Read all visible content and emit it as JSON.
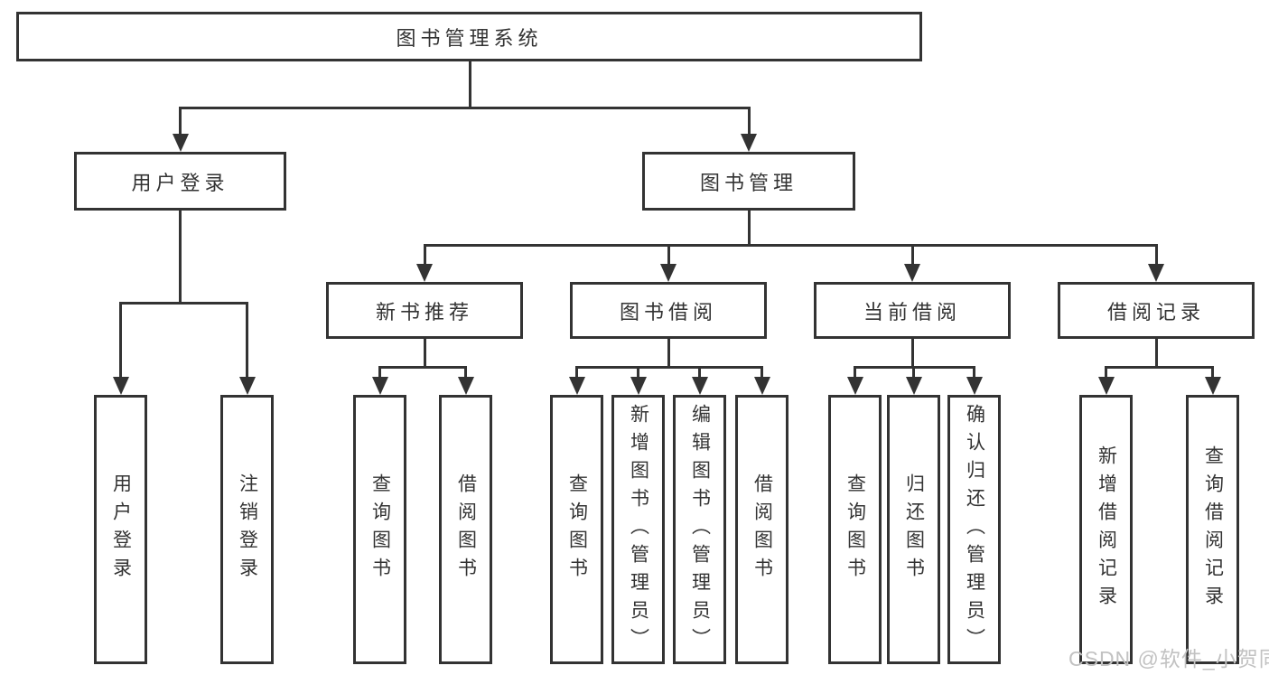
{
  "root": {
    "label": "图书管理系统"
  },
  "branches": [
    {
      "label": "用户登录",
      "children": [
        {
          "label": "用户登录"
        },
        {
          "label": "注销登录"
        }
      ]
    },
    {
      "label": "图书管理",
      "groups": [
        {
          "label": "新书推荐",
          "children": [
            {
              "label": "查询图书"
            },
            {
              "label": "借阅图书"
            }
          ]
        },
        {
          "label": "图书借阅",
          "children": [
            {
              "label": "查询图书"
            },
            {
              "label": "新增图书（管理员）"
            },
            {
              "label": "编辑图书（管理员）"
            },
            {
              "label": "借阅图书"
            }
          ]
        },
        {
          "label": "当前借阅",
          "children": [
            {
              "label": "查询图书"
            },
            {
              "label": "归还图书"
            },
            {
              "label": "确认归还（管理员）"
            }
          ]
        },
        {
          "label": "借阅记录",
          "children": [
            {
              "label": "新增借阅记录"
            },
            {
              "label": "查询借阅记录"
            }
          ]
        }
      ]
    }
  ],
  "watermark": "CSDN @软件_小贺同学",
  "colors": {
    "line": "#333333",
    "text": "#333333",
    "box_background": "#ffffff",
    "watermark": "#c2c2c2",
    "background": "#ffffff"
  }
}
